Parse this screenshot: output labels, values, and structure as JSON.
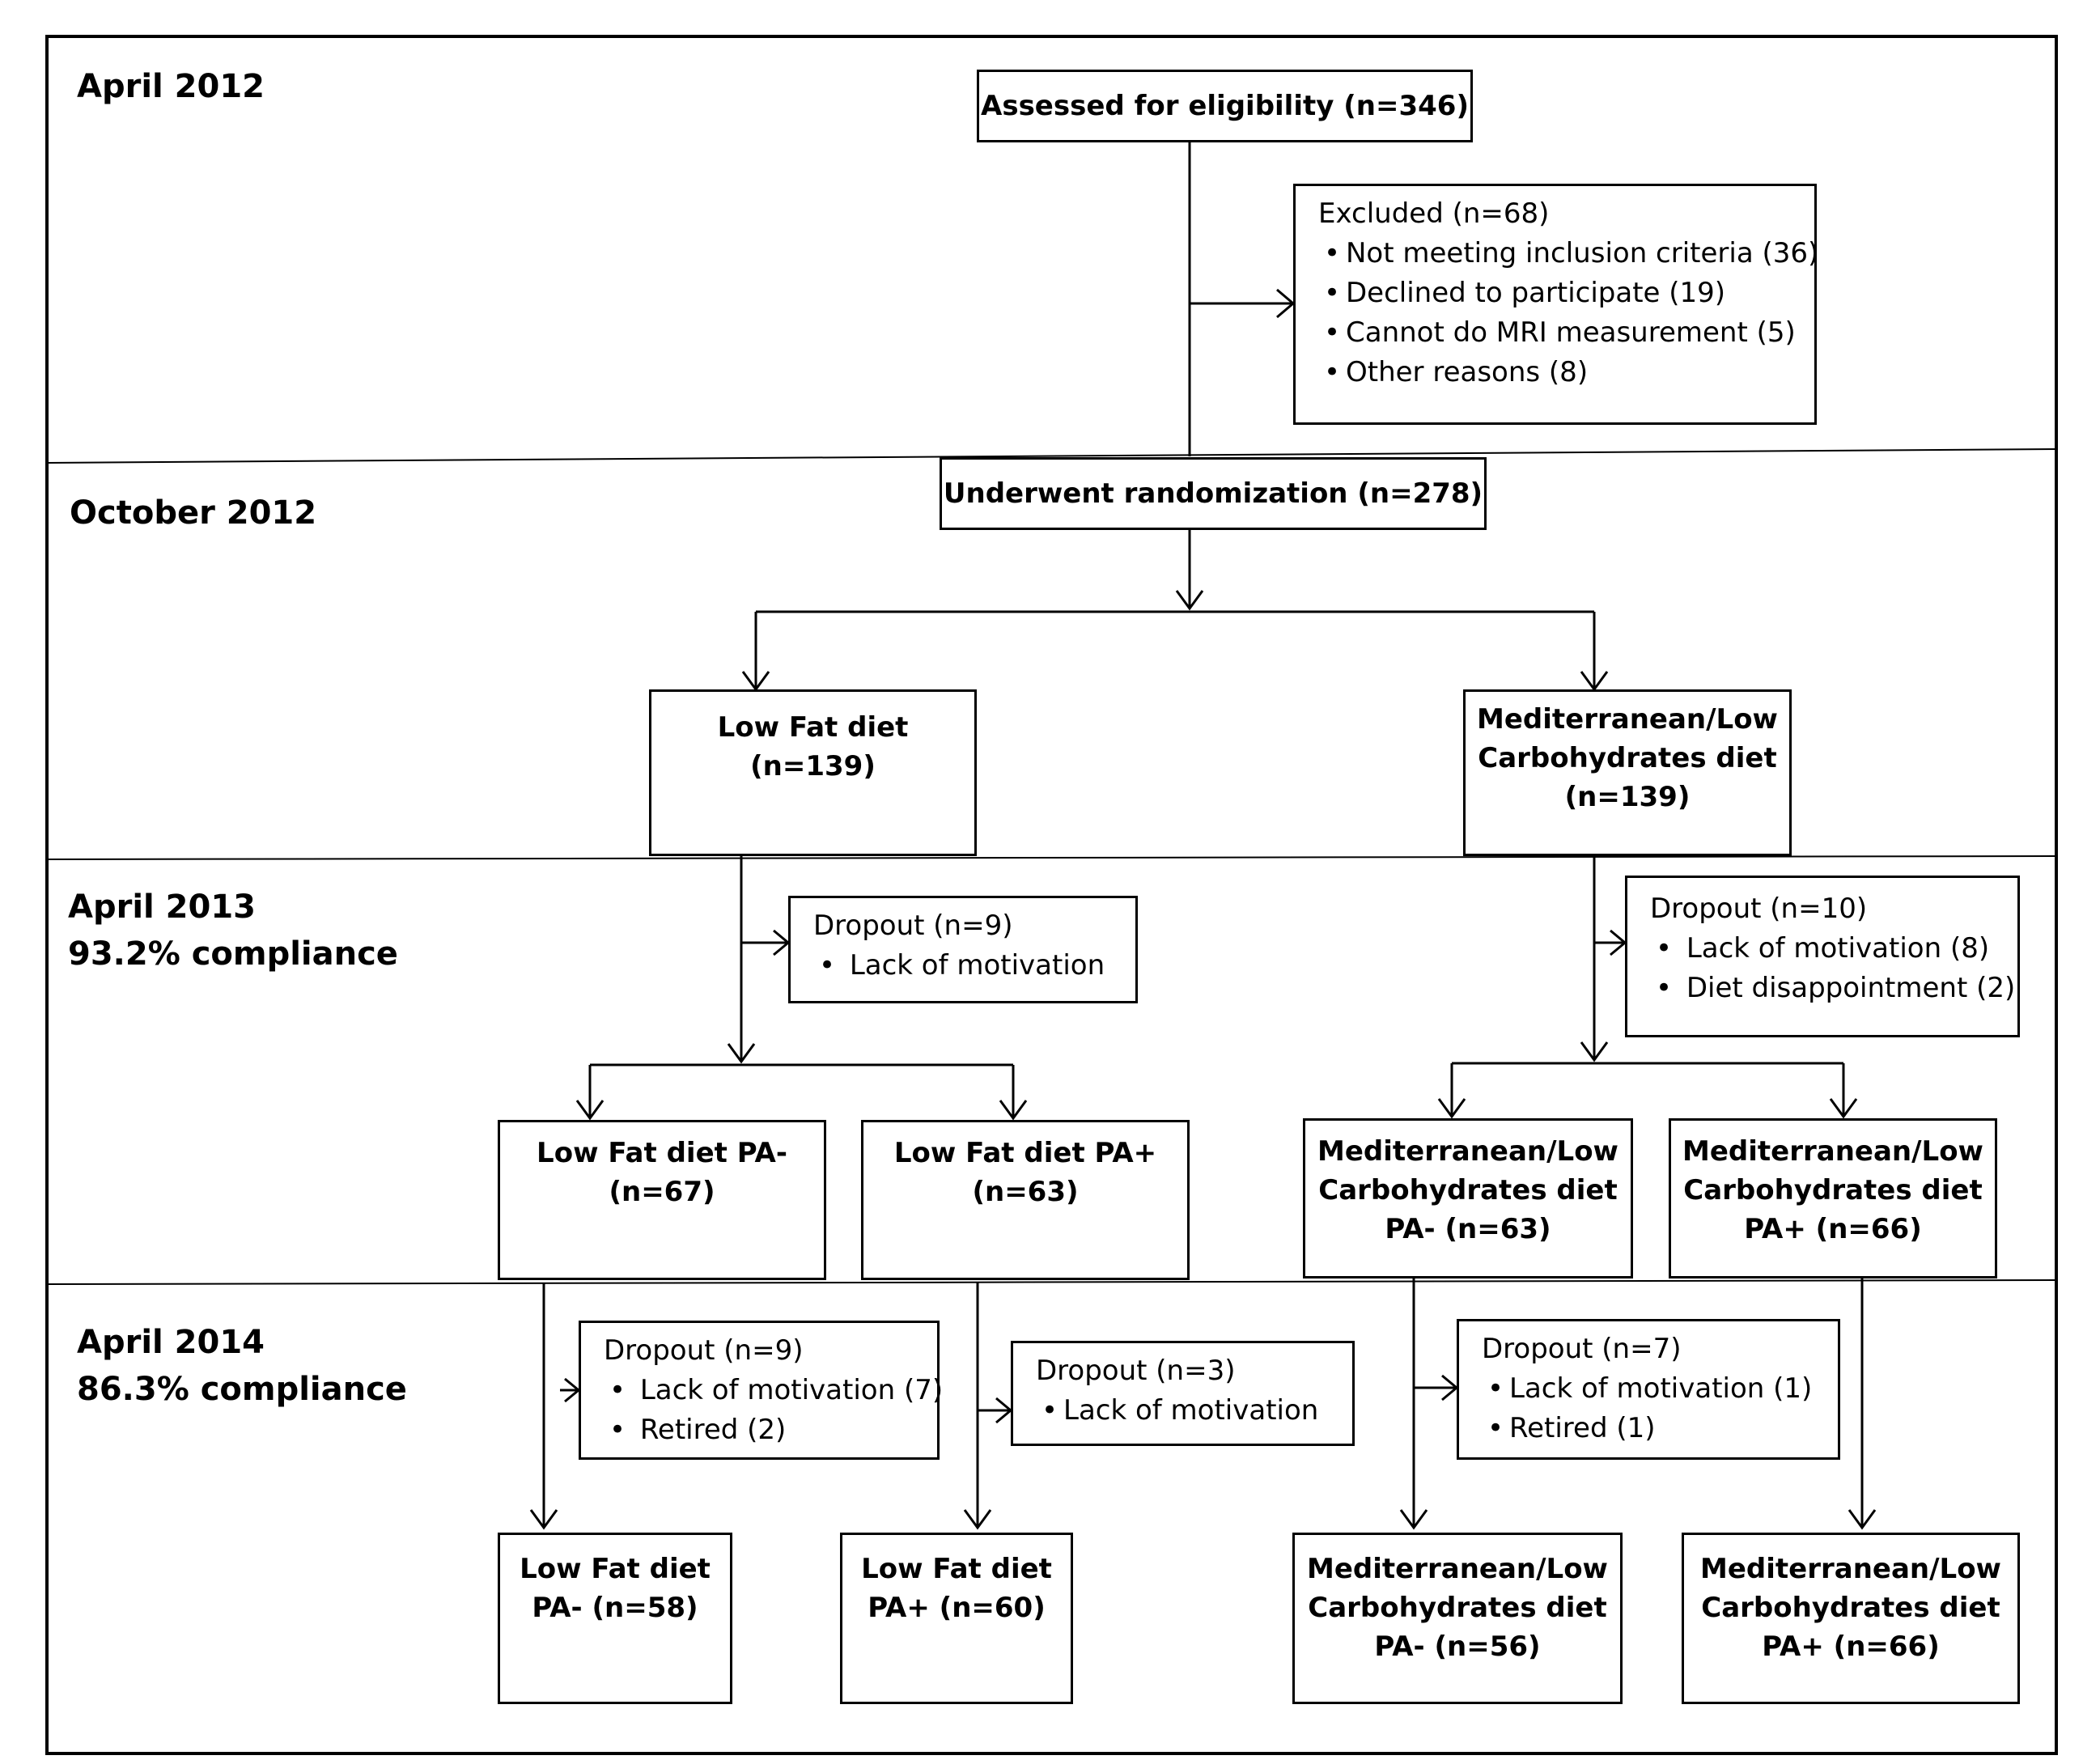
{
  "periods": [
    {
      "lines": [
        "April 2012"
      ]
    },
    {
      "lines": [
        "October 2012"
      ]
    },
    {
      "lines": [
        "April 2013",
        "93.2% compliance"
      ]
    },
    {
      "lines": [
        "April 2014",
        "86.3% compliance"
      ]
    }
  ],
  "nodes": {
    "assessed": {
      "lines": [
        "Assessed for eligibility (n=346)"
      ]
    },
    "randomized": {
      "lines": [
        "Underwent randomization (n=278)"
      ]
    },
    "low_fat": {
      "lines": [
        "Low Fat diet",
        "(n=139)"
      ]
    },
    "med": {
      "lines": [
        "Mediterranean/Low",
        "Carbohydrates diet",
        "(n=139)"
      ]
    },
    "lf_pa_minus": {
      "lines": [
        "Low Fat diet PA-",
        "(n=67)"
      ]
    },
    "lf_pa_plus": {
      "lines": [
        "Low Fat diet PA+",
        "(n=63)"
      ]
    },
    "med_pa_minus": {
      "lines": [
        "Mediterranean/Low",
        "Carbohydrates diet",
        "PA- (n=63)"
      ]
    },
    "med_pa_plus": {
      "lines": [
        "Mediterranean/Low",
        "Carbohydrates diet",
        "PA+ (n=66)"
      ]
    },
    "lf_pa_minus_final": {
      "lines": [
        "Low Fat diet",
        "PA- (n=58)"
      ]
    },
    "lf_pa_plus_final": {
      "lines": [
        "Low Fat diet",
        "PA+ (n=60)"
      ]
    },
    "med_pa_minus_final": {
      "lines": [
        "Mediterranean/Low",
        "Carbohydrates diet",
        "PA- (n=56)"
      ]
    },
    "med_pa_plus_final": {
      "lines": [
        "Mediterranean/Low",
        "Carbohydrates diet",
        "PA+ (n=66)"
      ]
    }
  },
  "exclusions": {
    "excluded": {
      "title": "Excluded (n=68)",
      "items": [
        "Not meeting inclusion criteria (36)",
        "Declined to participate (19)",
        "Cannot do MRI measurement (5)",
        "Other reasons (8)"
      ]
    },
    "dropout_lf_2013": {
      "title": "Dropout (n=9)",
      "items": [
        "Lack of motivation"
      ]
    },
    "dropout_med_2013": {
      "title": "Dropout (n=10)",
      "items": [
        "Lack of motivation (8)",
        "Diet disappointment (2)"
      ]
    },
    "dropout_lf_minus_2014": {
      "title": "Dropout (n=9)",
      "items": [
        "Lack of motivation (7)",
        "Retired (2)"
      ]
    },
    "dropout_lf_plus_2014": {
      "title": "Dropout (n=3)",
      "items": [
        "Lack of motivation"
      ]
    },
    "dropout_med_2014": {
      "title": "Dropout (n=7)",
      "items": [
        "Lack of motivation (1)",
        "Retired (1)"
      ]
    }
  },
  "bullet_glyph": "•"
}
